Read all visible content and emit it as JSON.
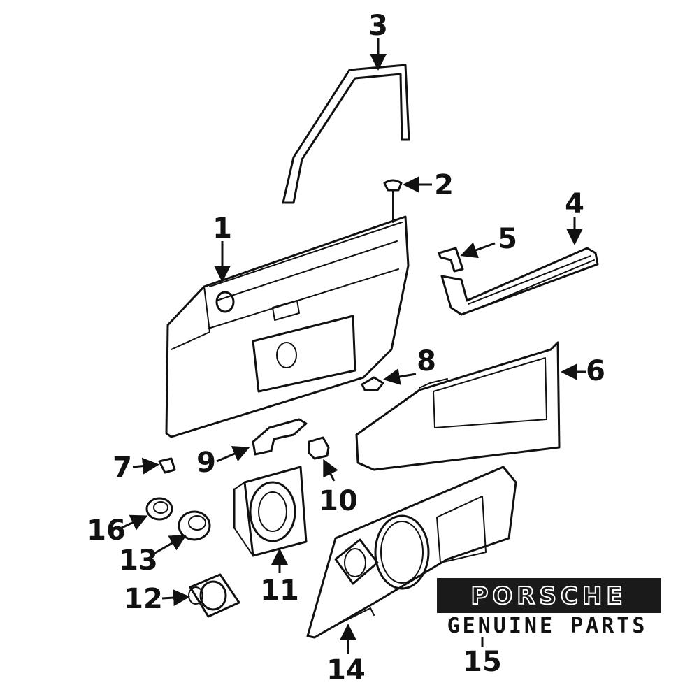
{
  "callouts": {
    "c1": "1",
    "c2": "2",
    "c3": "3",
    "c4": "4",
    "c5": "5",
    "c6": "6",
    "c7": "7",
    "c8": "8",
    "c9": "9",
    "c10": "10",
    "c11": "11",
    "c12": "12",
    "c13": "13",
    "c14": "14",
    "c15": "15",
    "c16": "16"
  },
  "brand": {
    "name": "PORSCHE",
    "tagline": "GENUINE PARTS"
  },
  "colors": {
    "ink": "#111111",
    "background": "#ffffff",
    "logo_box": "#1a1a1a"
  }
}
